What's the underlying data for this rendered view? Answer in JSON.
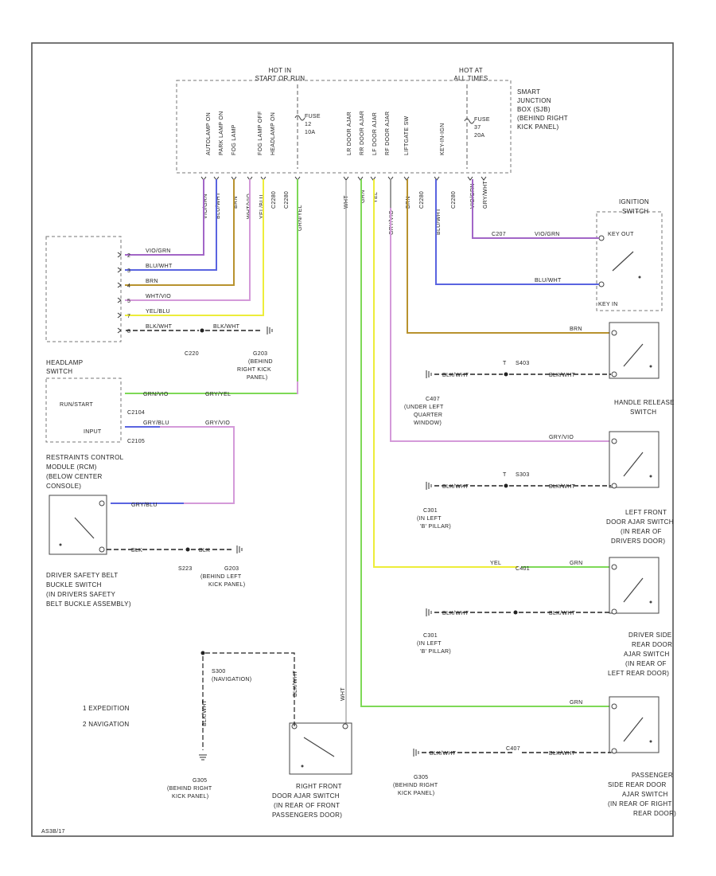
{
  "colors": {
    "violet_green": "#a266c7",
    "blue": "#5a64e0",
    "brown": "#b8922e",
    "pink": "#d49ad9",
    "yellow": "#eded3a",
    "green": "#7ed957",
    "gray": "#9a9a9a",
    "black": "#222222"
  },
  "top": {
    "hot_in_run_1": "HOT IN",
    "hot_in_run_2": "START OR RUN",
    "hot_at_all_1": "HOT AT",
    "hot_at_all_2": "ALL TIMES",
    "fuse_run_1": "FUSE",
    "fuse_run_2": "12",
    "fuse_run_3": "10A",
    "fuse_all_1": "FUSE",
    "fuse_all_2": "37",
    "fuse_all_3": "20A",
    "sjb_1": "SMART",
    "sjb_2": "JUNCTION",
    "sjb_3": "BOX (SJB)",
    "sjb_4": "(BEHIND RIGHT",
    "sjb_5": "KICK PANEL)",
    "pins_left": [
      "AUTOLAMP ON",
      "PARK LAMP ON",
      "FOG LAMP",
      "FOG LAMP OFF",
      "HEADLAMP ON"
    ],
    "pins_right": [
      "LR DOOR AJAR",
      "RR DOOR AJAR",
      "LF DOOR AJAR",
      "RF DOOR AJAR",
      "LIFTGATE SW"
    ],
    "pin_key": "KEY-IN-IGN",
    "wire_codes_left": [
      "VIO/GRN",
      "BLU/WHT",
      "BRN",
      "WHT/VIO",
      "YEL/BLU",
      "GRN/YEL"
    ],
    "wire_codes_right": [
      "WHT",
      "GRN",
      "YEL",
      "GRY/VIO",
      "BRN",
      "BLU/WHT",
      "VIO/GRN",
      "GRY/WHT"
    ],
    "conn_left": [
      "C2280",
      "C2280"
    ],
    "conn_right": [
      "C2280",
      "C2280",
      "C2280"
    ]
  },
  "ignition": {
    "title_1": "IGNITION",
    "title_2": "SWITCH",
    "key_out": "KEY OUT",
    "key_in": "KEY IN",
    "wire1": "VIO/GRN",
    "wire1_conn": "C207",
    "wire2": "BLU/WHT"
  },
  "headlamp": {
    "pins": [
      "2",
      "3",
      "4",
      "5",
      "7",
      "8"
    ],
    "wires": [
      "VIO/GRN",
      "BLU/WHT",
      "BRN",
      "WHT/VIO",
      "YEL/BLU",
      "BLK/WHT"
    ],
    "ground_label": "BLK/WHT",
    "conn_c220": "C220",
    "label_1": "HEADLAMP",
    "label_2": "SWITCH",
    "g203_1": "G203",
    "g203_2": "(BEHIND",
    "g203_3": "RIGHT KICK",
    "g203_4": "PANEL)"
  },
  "rcm": {
    "runstart": "RUN/START",
    "input": "INPUT",
    "c2104": "C2104",
    "c2105": "C2105",
    "wire1": "GRN/VIO",
    "wire1_out": "GRY/YEL",
    "wire2": "GRY/BLU",
    "wire2_out": "GRY/VIO",
    "label_1": "RESTRAINTS CONTROL",
    "label_2": "MODULE (RCM)",
    "label_3": "(BELOW CENTER",
    "label_4": "CONSOLE)"
  },
  "driver_belt": {
    "wire_in": "GRY/BLU",
    "wire_gnd": "BLK",
    "wire_gnd2": "BLK",
    "s223": "S223",
    "g203_1": "G203",
    "g203_2": "(BEHIND LEFT",
    "g203_3": "KICK PANEL)",
    "label_1": "DRIVER SAFETY BELT",
    "label_2": "BUCKLE SWITCH",
    "label_3": "(IN DRIVERS SAFETY",
    "label_4": "BELT BUCKLE ASSEMBLY)"
  },
  "handle": {
    "wire": "BRN",
    "gnd_wire": "BLK/WHT",
    "gnd_wire2": "BLK/WHT",
    "splice": "S403",
    "label_1": "HANDLE RELEASE",
    "label_2": "SWITCH",
    "t_mark": "T"
  },
  "lf_door": {
    "wire": "GRY/VIO",
    "gnd_wire": "BLK/WHT",
    "gnd_wire2": "BLK/WHT",
    "splice": "S303",
    "c_label_1": "C407",
    "c_label_2": "(UNDER LEFT",
    "c_label_3": "QUARTER",
    "c_label_4": "WINDOW)",
    "c301_1": "C301",
    "c301_2": "(IN LEFT",
    "c301_3": "'B' PILLAR)",
    "label_1": "LEFT FRONT",
    "label_2": "DOOR AJAR SWITCH",
    "label_3": "(IN REAR OF",
    "label_4": "DRIVERS DOOR)",
    "t_mark": "T"
  },
  "lr_door": {
    "wire_yel": "YEL",
    "wire_grn": "GRN",
    "gnd_wire": "BLK/WHT",
    "gnd_wire2": "BLK/WHT",
    "conn": "C401",
    "c301_1": "C301",
    "c301_2": "(IN LEFT",
    "c301_3": "'B' PILLAR)",
    "label_1": "DRIVER SIDE",
    "label_2": "REAR DOOR",
    "label_3": "AJAR SWITCH",
    "label_4": "(IN REAR OF",
    "label_5": "LEFT REAR DOOR)"
  },
  "rr_door": {
    "wire": "GRN",
    "gnd_wire": "BLK/WHT",
    "gnd_wire2": "BLK/WHT",
    "conn": "C407",
    "g_1": "G305",
    "g_2": "(BEHIND RIGHT",
    "g_3": "KICK PANEL)",
    "label_1": "PASSENGER",
    "label_2": "SIDE REAR DOOR",
    "label_3": "AJAR SWITCH",
    "label_4": "(IN REAR OF RIGHT",
    "label_5": "REAR DOOR)"
  },
  "rf_door": {
    "wire": "WHT",
    "wire_gnd": "BLK/WHT",
    "wire_gnd2": "BLK/WHT",
    "s300_1": "S300",
    "s300_2": "(NAVIGATION)",
    "g_1": "G305",
    "g_2": "(BEHIND RIGHT",
    "g_3": "KICK PANEL)",
    "label_1": "RIGHT FRONT",
    "label_2": "DOOR AJAR SWITCH",
    "label_3": "(IN REAR OF FRONT",
    "label_4": "PASSENGERS DOOR)"
  },
  "legend": {
    "item1": "1 EXPEDITION",
    "item2": "2 NAVIGATION"
  },
  "footer": {
    "code": "AS3B/17"
  }
}
